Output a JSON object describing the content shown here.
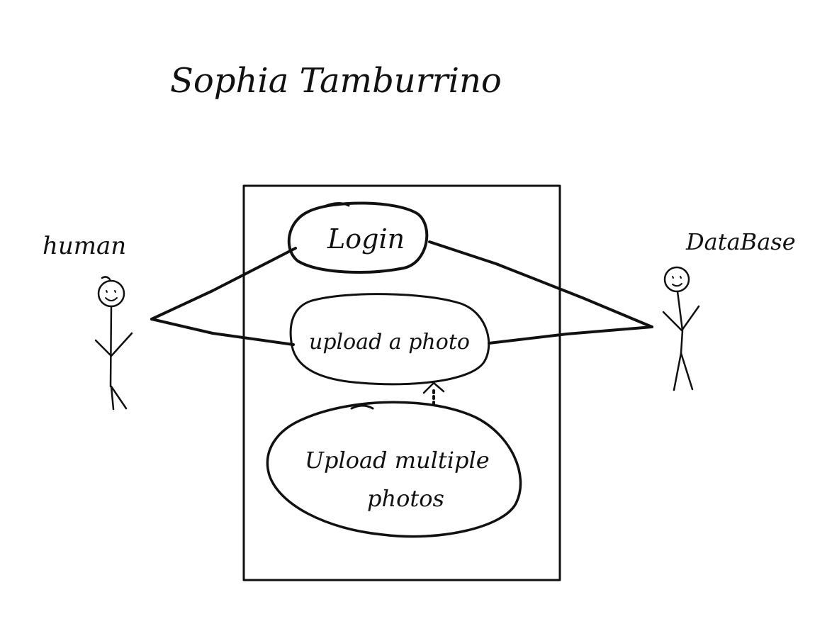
{
  "title": "Sophia Tamburrino",
  "actors": {
    "left": {
      "label": "human"
    },
    "right": {
      "label": "DataBase"
    }
  },
  "use_cases": {
    "login": "Login",
    "upload_photo": "upload a photo",
    "upload_multiple_line1": "Upload multiple",
    "upload_multiple_line2": "photos"
  },
  "colors": {
    "ink": "#111111",
    "background": "#ffffff"
  }
}
